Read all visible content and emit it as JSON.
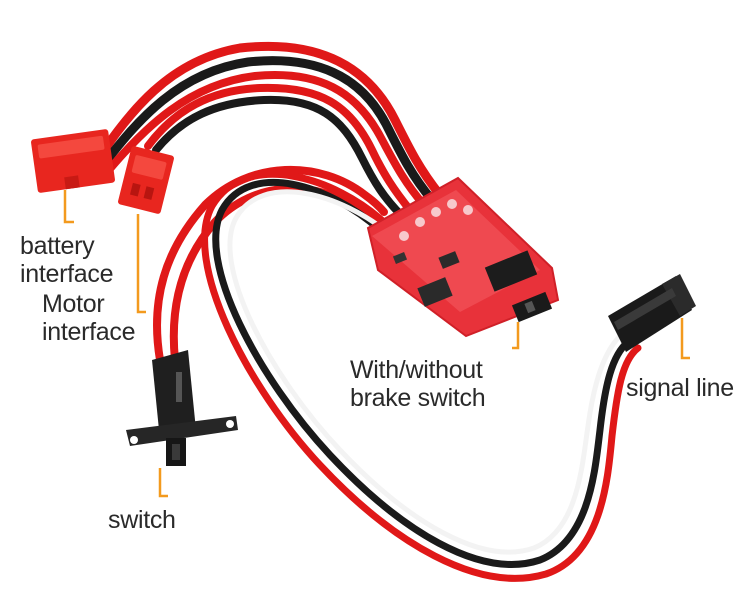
{
  "labels": {
    "battery": {
      "line1": "battery",
      "line2": "interface"
    },
    "motor": {
      "line1": "Motor",
      "line2": "interface"
    },
    "brake": {
      "line1": "With/without",
      "line2": "brake switch"
    },
    "signal": {
      "line1": "signal line"
    },
    "switch": {
      "line1": "switch"
    }
  },
  "colors": {
    "background": "#ffffff",
    "wire_red": "#e01818",
    "wire_black": "#1a1a1a",
    "connector_red": "#e8261f",
    "board_red": "#e8323a",
    "callout_orange": "#f39a1e",
    "label_text": "#2a2a2a"
  },
  "icons": {
    "battery_connector": "jst-connector-large",
    "motor_connector": "jst-connector-small",
    "esc_board": "esc-board",
    "slide_switch": "slide-switch",
    "servo_plug": "servo-plug"
  }
}
